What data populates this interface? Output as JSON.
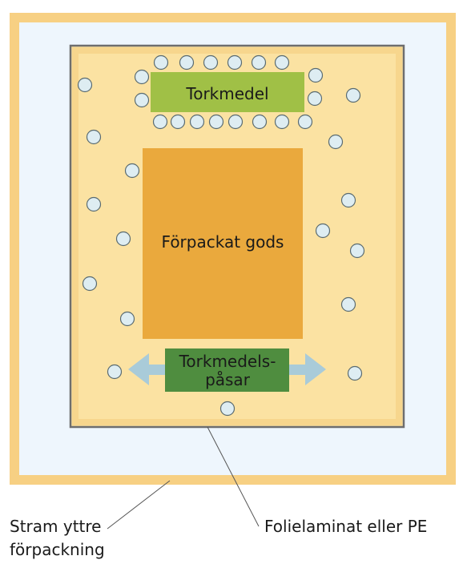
{
  "labels": {
    "desiccant_top": "Torkmedel",
    "packed_goods": "Förpackat gods",
    "desiccant_bags_line1": "Torkmedels-",
    "desiccant_bags_line2": "påsar",
    "outer_packaging_line1": "Stram yttre",
    "outer_packaging_line2": "förpackning",
    "foil_laminate": "Folielaminat eller PE"
  },
  "colors": {
    "outer_frame": "#f7d083",
    "outer_fill": "#eef6fd",
    "inner_border": "#6e6e6e",
    "inner_fill": "#fbe2a2",
    "inner_band": "#f7d68d",
    "desiccant_top": "#a0c046",
    "packed_goods": "#eaa93d",
    "desiccant_bags": "#4f8d3f",
    "arrow": "#a9cbd9",
    "bubble_fill": "#deedf2",
    "bubble_stroke": "#5a6b70"
  }
}
